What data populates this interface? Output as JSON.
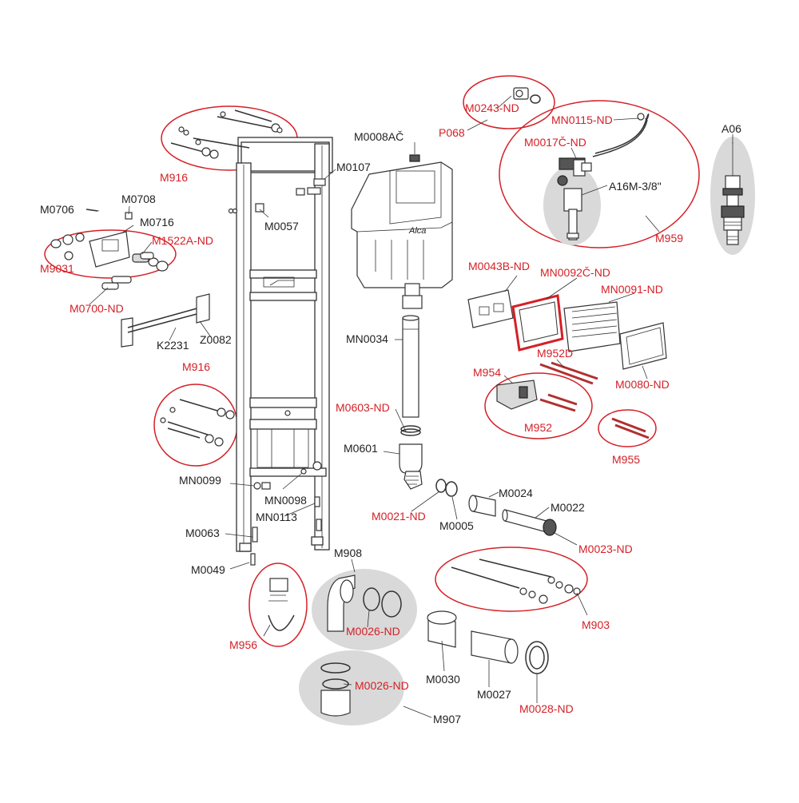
{
  "colors": {
    "black_label": "#222222",
    "red_label": "#d42027",
    "group_fill": "#d9d9d9"
  },
  "labels": {
    "M0243-ND": "M0243-ND",
    "P068": "P068",
    "MN0115-ND": "MN0115-ND",
    "M0017C-ND": "M0017Č-ND",
    "A16M": "A16M-3/8\"",
    "M959": "M959",
    "A06": "A06",
    "M0008AC": "M0008AČ",
    "M0107": "M0107",
    "M0057": "M0057",
    "M916_top": "M916",
    "M0706": "M0706",
    "M0708": "M0708",
    "M0716": "M0716",
    "M1522A-ND": "M1522A-ND",
    "M9031": "M9031",
    "M0700-ND": "M0700-ND",
    "K2231": "K2231",
    "Z0082": "Z0082",
    "M916_mid": "M916",
    "MN0034": "MN0034",
    "M0043B-ND": "M0043B-ND",
    "MN0092C-ND": "MN0092Č-ND",
    "MN0091-ND": "MN0091-ND",
    "M952D": "M952D",
    "M954": "M954",
    "M0080-ND": "M0080-ND",
    "M0603-ND": "M0603-ND",
    "M952": "M952",
    "M955": "M955",
    "M0601": "M0601",
    "MN0099": "MN0099",
    "MN0098": "MN0098",
    "MN0113": "MN0113",
    "M0063": "M0063",
    "M0049": "M0049",
    "M0021-ND": "M0021-ND",
    "M0005": "M0005",
    "M0024": "M0024",
    "M0022": "M0022",
    "M0023-ND": "M0023-ND",
    "M908": "M908",
    "M0026-ND_a": "M0026-ND",
    "M903": "M903",
    "M956": "M956",
    "M0030": "M0030",
    "M0027": "M0027",
    "M0028-ND": "M0028-ND",
    "M0026-ND_b": "M0026-ND",
    "M907": "M907",
    "tank_logo": "Alca"
  }
}
